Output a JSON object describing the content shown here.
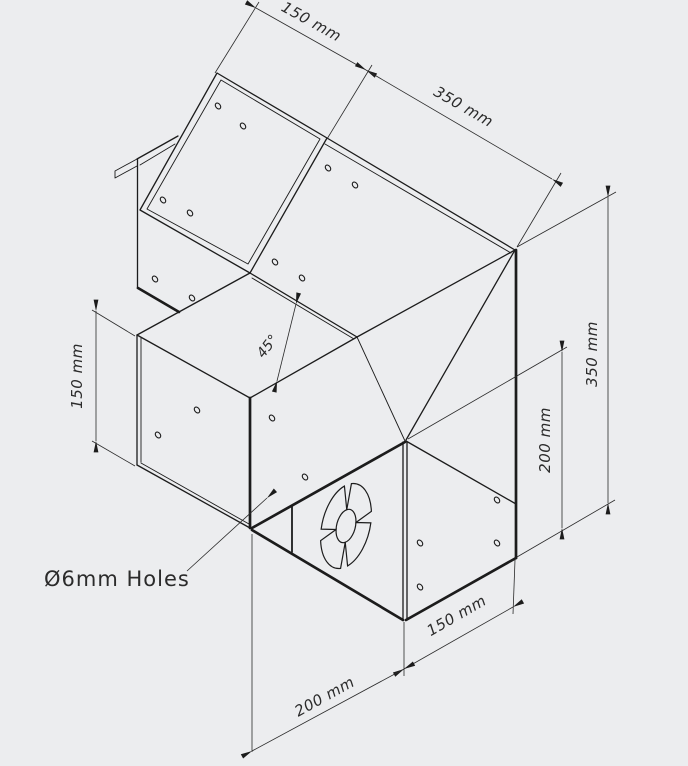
{
  "drawing": {
    "type": "isometric CAD drawing of 45-degree duct transition",
    "colors": {
      "background": "#ecedef",
      "line": "#1c1c1c",
      "text": "#2b2b2b"
    },
    "dimensions": {
      "duct_opening_width": "150 mm",
      "duct_length": "350 mm",
      "bend_angle": "45°",
      "inlet_height": "150 mm",
      "outlet_side_height": "200 mm",
      "overall_height": "350 mm",
      "base_depth": "150 mm",
      "base_width": "200 mm"
    },
    "callout": {
      "holes_label": "Ø6mm Holes"
    }
  }
}
